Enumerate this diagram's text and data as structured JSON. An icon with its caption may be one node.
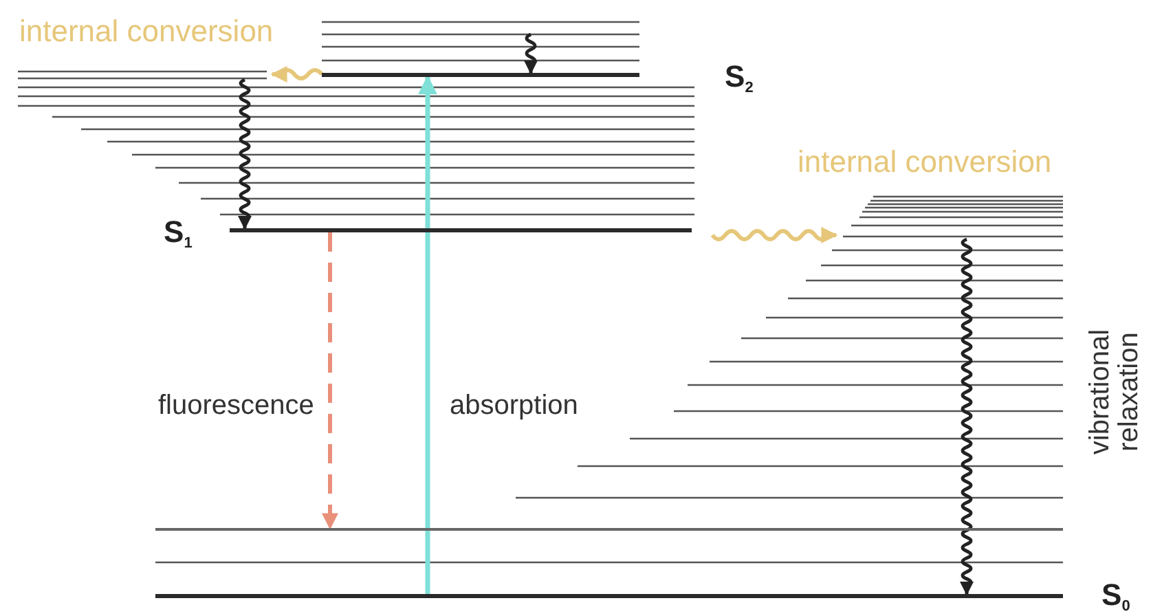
{
  "diagram": {
    "nodes": [
      {
        "text": [
          "S$_{2}$"
        ]
      },
      {
        "text": [
          "S$_{1}$"
        ]
      },
      {
        "text": [],
        "shape": "bar"
      },
      {
        "text": [
          "S$_{0}$"
        ]
      }
    ],
    "edges": [
      {
        "from": 3,
        "to": 0,
        "arrow": "to",
        "label": "absorption",
        "color": "#7fe0d8"
      },
      {
        "from": 1,
        "to": 2,
        "arrow": "to",
        "label": "fluorescence",
        "style": "dashed",
        "color": "#e8907a"
      },
      {
        "from": 0,
        "to": null,
        "arrow": "to",
        "label": "internal conversion",
        "color": "#e6c77a"
      },
      {
        "from": 1,
        "to": null,
        "arrow": "to",
        "label": "internal conversion",
        "color": "#e6c77a"
      },
      {
        "from": null,
        "to": 0,
        "arrow": "to"
      },
      {
        "from": null,
        "to": 1,
        "arrow": "to"
      },
      {
        "from": null,
        "to": 3,
        "arrow": "to"
      }
    ],
    "labels": [
      "vibrational relaxation"
    ]
  }
}
